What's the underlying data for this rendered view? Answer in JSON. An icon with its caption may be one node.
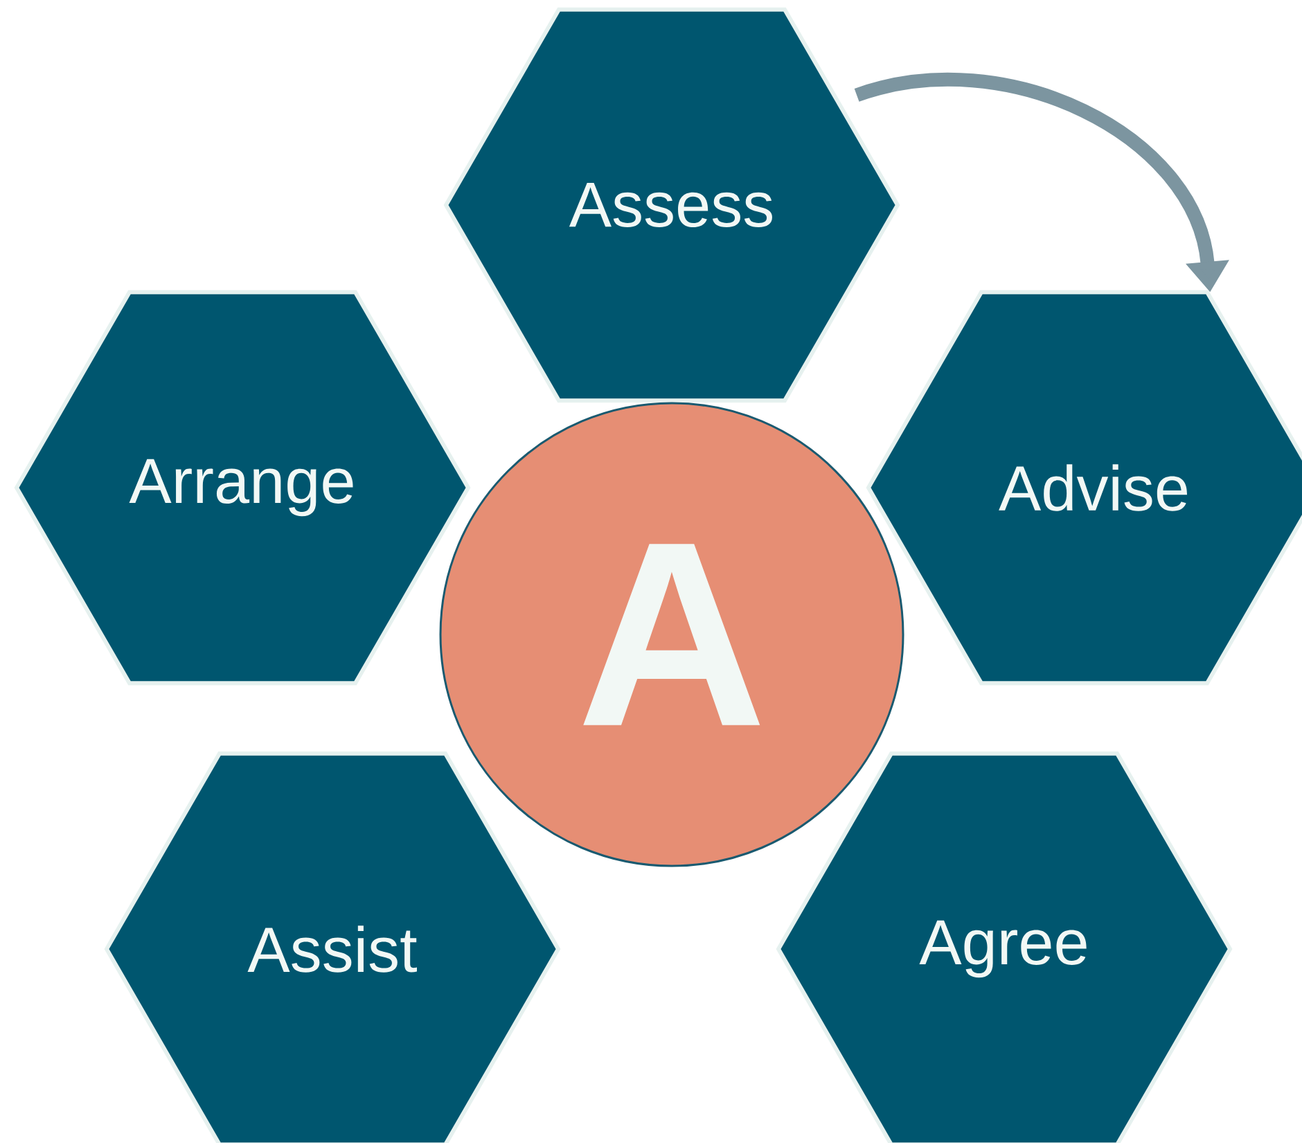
{
  "diagram": {
    "nodes": [
      {
        "text": [
          "Assess"
        ]
      },
      {
        "text": [
          "Arrange"
        ]
      },
      {
        "text": [
          "Advise"
        ]
      },
      {
        "text": [
          "A"
        ]
      },
      {
        "text": [
          "Assist"
        ]
      },
      {
        "text": [
          "Agree"
        ]
      }
    ],
    "edges": [
      {
        "from": 0,
        "to": 2,
        "arrow": "to"
      }
    ]
  }
}
